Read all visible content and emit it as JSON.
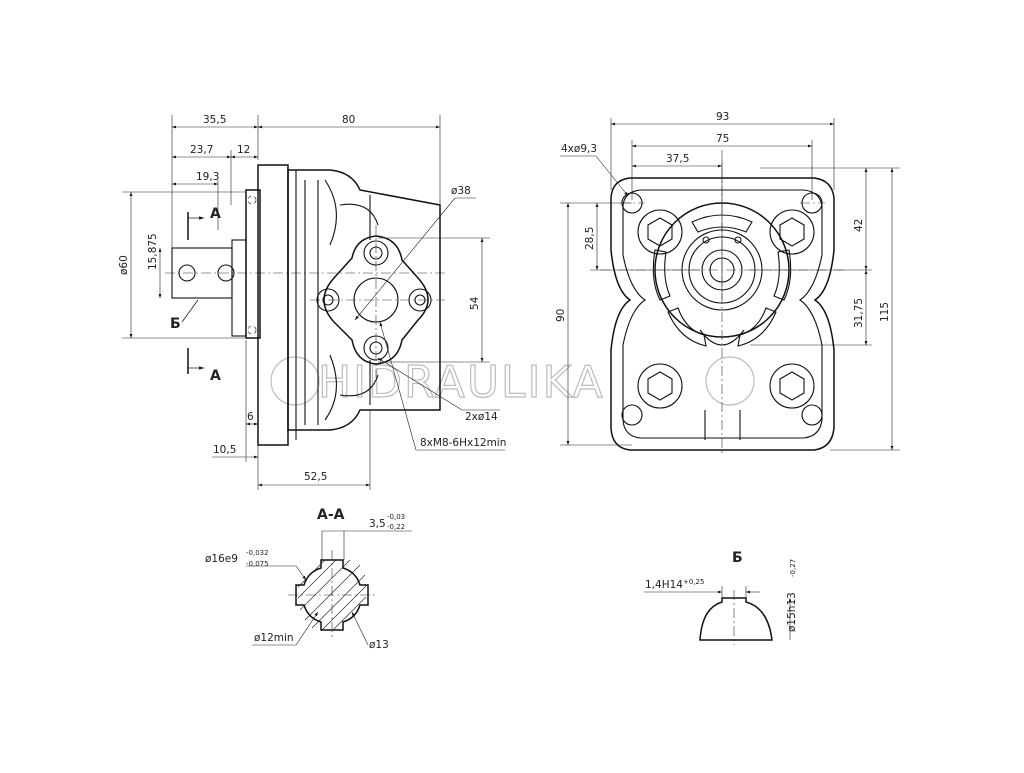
{
  "watermark": "HIDRAULIKA",
  "side_view": {
    "dims": {
      "top_left": "35,5",
      "top_total": "80",
      "flange_23_7": "23,7",
      "flange_12": "12",
      "shaft_19_3": "19,3",
      "diam_60": "ø60",
      "diam_15_875": "15,875",
      "port_38": "ø38",
      "port_54": "54",
      "holes_2x14": "2xø14",
      "threads": "8xM8-6Hx12min",
      "bot_6": "6",
      "bot_10_5": "10,5",
      "bot_52_5": "52,5"
    },
    "section_marker": "A",
    "detail_marker": "Б"
  },
  "front_view": {
    "dims": {
      "width_93": "93",
      "width_75": "75",
      "width_37_5": "37,5",
      "holes_4x9_3": "4xø9,3",
      "h_28_5": "28,5",
      "h_90": "90",
      "h_42": "42",
      "h_31_75": "31,75",
      "h_115": "115"
    }
  },
  "section_aa": {
    "title": "A-A",
    "key_width": "3,5",
    "key_tol_upper": "-0,03",
    "key_tol_lower": "-0,22",
    "shaft_diam": "ø16e9",
    "shaft_tol_upper": "-0,032",
    "shaft_tol_lower": "-0,075",
    "inner_min": "ø12min",
    "spline_diam": "ø13"
  },
  "detail_b": {
    "title": "Б",
    "groove": "1,4H14",
    "groove_tol": "+0,25",
    "diam": "ø15h13",
    "diam_tol": "-0,27"
  }
}
